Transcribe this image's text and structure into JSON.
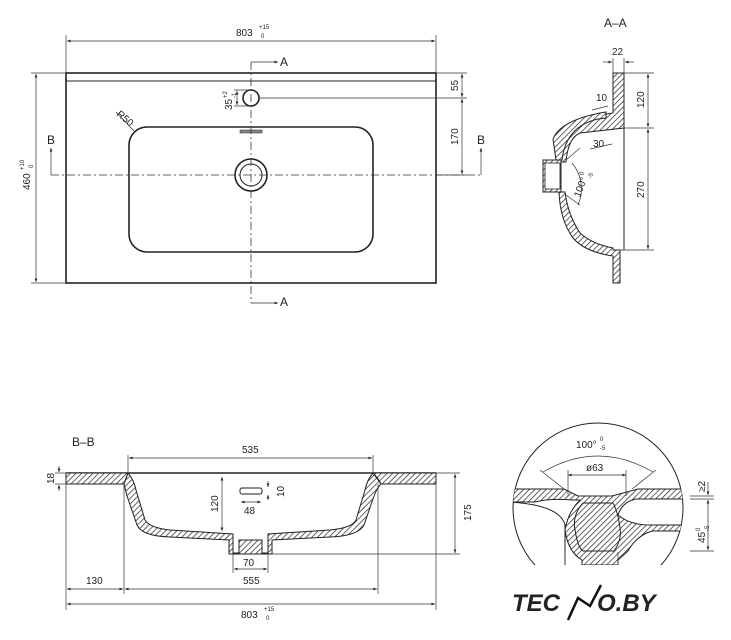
{
  "top_view": {
    "width_dim": "803",
    "width_tol_plus": "+15",
    "width_tol_minus": "0",
    "depth_dim": "460",
    "depth_tol_plus": "+10",
    "depth_tol_minus": "0",
    "back_dim": "55",
    "tap_dim": "170",
    "tap_hole_dim": "35",
    "tap_hole_tol_plus": "+2",
    "tap_hole_tol_minus": "-1",
    "radius_label": "R50",
    "section_a": "A",
    "section_b": "B"
  },
  "section_aa": {
    "title": "A–A",
    "flange_dim": "22",
    "overflow_dim": "10",
    "overflow_offset": "30",
    "upper_dim": "120",
    "depth_dim": "270",
    "angle": "100°",
    "angle_tol_plus": "0",
    "angle_tol_minus": "-5"
  },
  "section_bb": {
    "title": "B–B",
    "top_width": "535",
    "thickness": "18",
    "bowl_depth": "120",
    "slot_width": "48",
    "slot_height": "10",
    "total_height": "175",
    "drain_width": "70",
    "side_offset": "130",
    "bottom_width": "555",
    "total_width": "803",
    "total_tol_plus": "+15",
    "total_tol_minus": "0"
  },
  "detail": {
    "angle": "100°",
    "angle_tol_plus": "0",
    "angle_tol_minus": "-5",
    "diameter": "ø63",
    "gap": "≥2",
    "depth": "45",
    "depth_tol_plus": "0",
    "depth_tol_minus": "-5"
  },
  "logo": {
    "text_left": "TEC",
    "text_right": "O.BY",
    "letter_mid": "N",
    "color": "#f15a22"
  }
}
